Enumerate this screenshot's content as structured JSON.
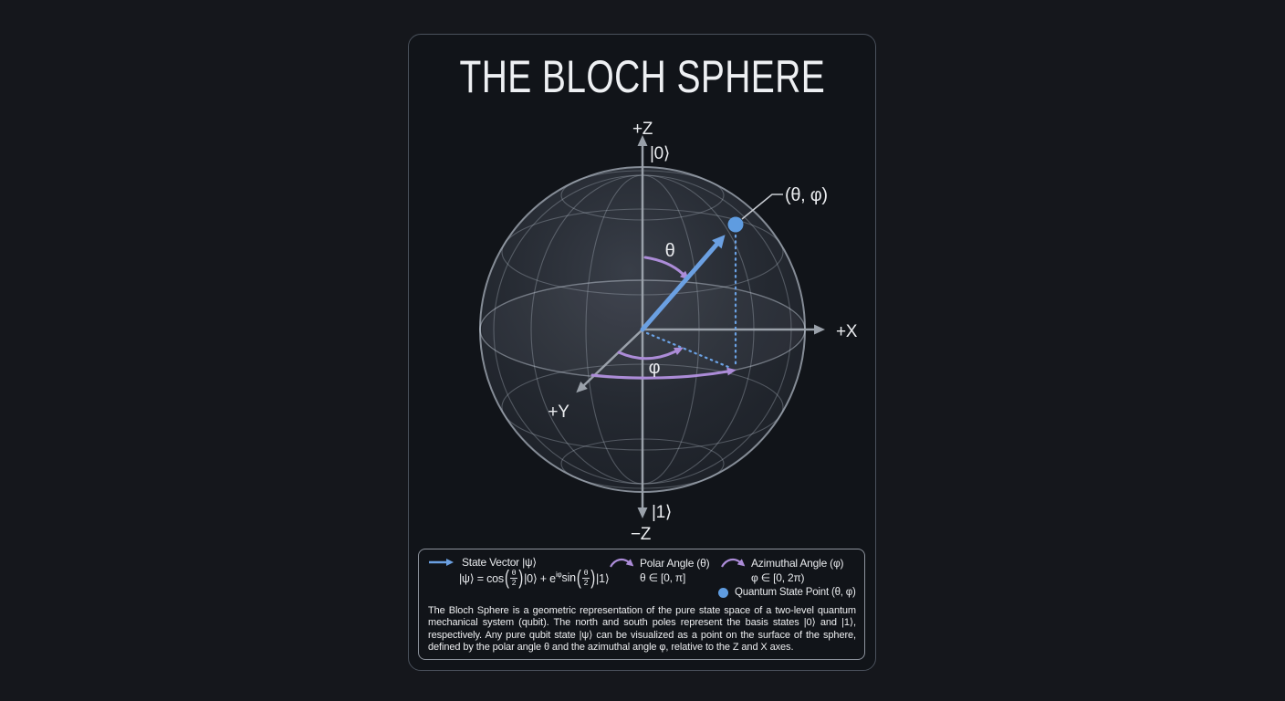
{
  "card": {
    "title": "THE BLOCH SPHERE"
  },
  "diagram": {
    "labels": {
      "plus_z": "+Z",
      "ket_zero": "|0⟩",
      "state_point": "(θ, φ)",
      "theta": "θ",
      "plus_x": "+X",
      "phi": "φ",
      "plus_y": "+Y",
      "ket_one": "|1⟩",
      "minus_z": "−Z"
    },
    "colors": {
      "state_vector": "#6ba0e2",
      "angle_arc": "#ac8cd8",
      "axis": "#9aa1aa",
      "label_text": "#eaecef"
    }
  },
  "legend": {
    "state_vector": {
      "label": "State Vector |ψ⟩",
      "formula": {
        "lhs": "|ψ⟩ = cos",
        "frac_num": "θ",
        "frac_den": "2",
        "mid": "|0⟩ + e",
        "exponent": "iφ",
        "sin_label": "sin",
        "ket1": "|1⟩"
      }
    },
    "polar": {
      "label": "Polar Angle (θ)",
      "range": "θ ∈ [0, π]"
    },
    "azimuthal": {
      "label": "Azimuthal Angle (φ)",
      "range": "φ ∈ [0, 2π)"
    },
    "state_point": {
      "label": "Quantum State Point (θ, φ)"
    }
  },
  "description": "The Bloch Sphere is a geometric representation of the pure state space of a two-level quantum mechanical system (qubit). The north and south poles represent the basis states |0⟩ and |1⟩, respectively. Any pure qubit state |ψ⟩ can be visualized as a point on the surface of the sphere, defined by the polar angle θ and the azimuthal angle φ, relative to the Z and X axes."
}
